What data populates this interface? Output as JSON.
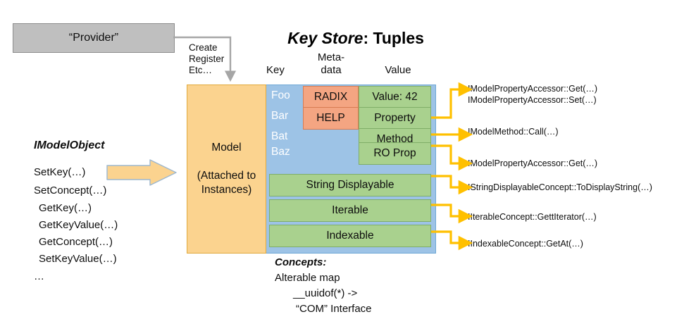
{
  "provider": {
    "label": "“Provider”"
  },
  "connector": {
    "lines": [
      "Create",
      "Register",
      "Etc…"
    ]
  },
  "title": {
    "emphasis": "Key Store",
    "separator": ": ",
    "rest": "Tuples"
  },
  "columns": {
    "key": "Key",
    "metadata_line1": "Meta-",
    "metadata_line2": "data",
    "value": "Value"
  },
  "model": {
    "label": "Model",
    "sublabel_line1": "(Attached to",
    "sublabel_line2": "Instances)"
  },
  "keys": [
    {
      "label": "Foo"
    },
    {
      "label": "Bar"
    },
    {
      "label": "Bat"
    },
    {
      "label": "Baz"
    }
  ],
  "metadata": [
    {
      "label": "RADIX"
    },
    {
      "label": "HELP"
    }
  ],
  "values": [
    {
      "label": "Value: 42"
    },
    {
      "label": "Property"
    },
    {
      "label": "Method"
    },
    {
      "label": "RO Prop"
    }
  ],
  "concept_rows": [
    {
      "label": "String Displayable"
    },
    {
      "label": "Iterable"
    },
    {
      "label": "Indexable"
    }
  ],
  "imodelobject": {
    "title": "IModelObject",
    "methods": [
      "SetKey(…)",
      "SetConcept(…)",
      "GetKey(…)",
      "GetKeyValue(…)",
      "GetConcept(…)",
      "SetKeyValue(…)",
      "…"
    ]
  },
  "annotations": [
    {
      "lines": [
        "IModelPropertyAccessor::Get(…)",
        "IModelPropertyAccessor::Set(…)"
      ]
    },
    {
      "lines": [
        "IModelMethod::Call(…)"
      ]
    },
    {
      "lines": [
        "IModelPropertyAccessor::Get(…)"
      ]
    },
    {
      "lines": [
        "IStringDisplayableConcept::ToDisplayString(…)"
      ]
    },
    {
      "lines": [
        "IIterableConcept::GettIterator(…)"
      ]
    },
    {
      "lines": [
        "IIndexableConcept::GetAt(…)"
      ]
    }
  ],
  "concepts": {
    "header": "Concepts:",
    "line1": "Alterable map",
    "line2": "__uuidof(*) ->",
    "line3": "“COM” Interface"
  },
  "colors": {
    "provider_fill": "#bfbfbf",
    "model_fill": "#fbd38f",
    "key_fill": "#9dc3e6",
    "metadata_fill": "#f4a582",
    "value_fill": "#a9d18e",
    "arrow": "#ffc000",
    "connector": "#a6a6a6"
  }
}
